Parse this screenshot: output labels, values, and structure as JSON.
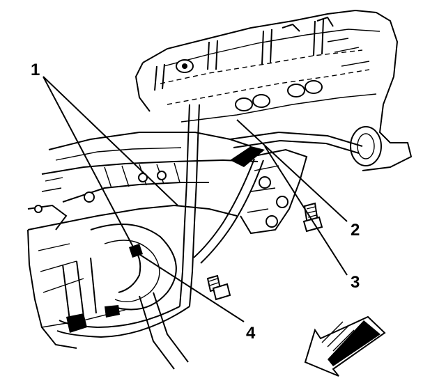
{
  "callouts": [
    {
      "id": "1",
      "label": "1"
    },
    {
      "id": "2",
      "label": "2"
    },
    {
      "id": "3",
      "label": "3"
    },
    {
      "id": "4",
      "label": "4"
    }
  ],
  "colors": {
    "ink": "#000000",
    "background": "#ffffff"
  },
  "icons": {
    "view_direction": "direction-arrow-icon"
  }
}
